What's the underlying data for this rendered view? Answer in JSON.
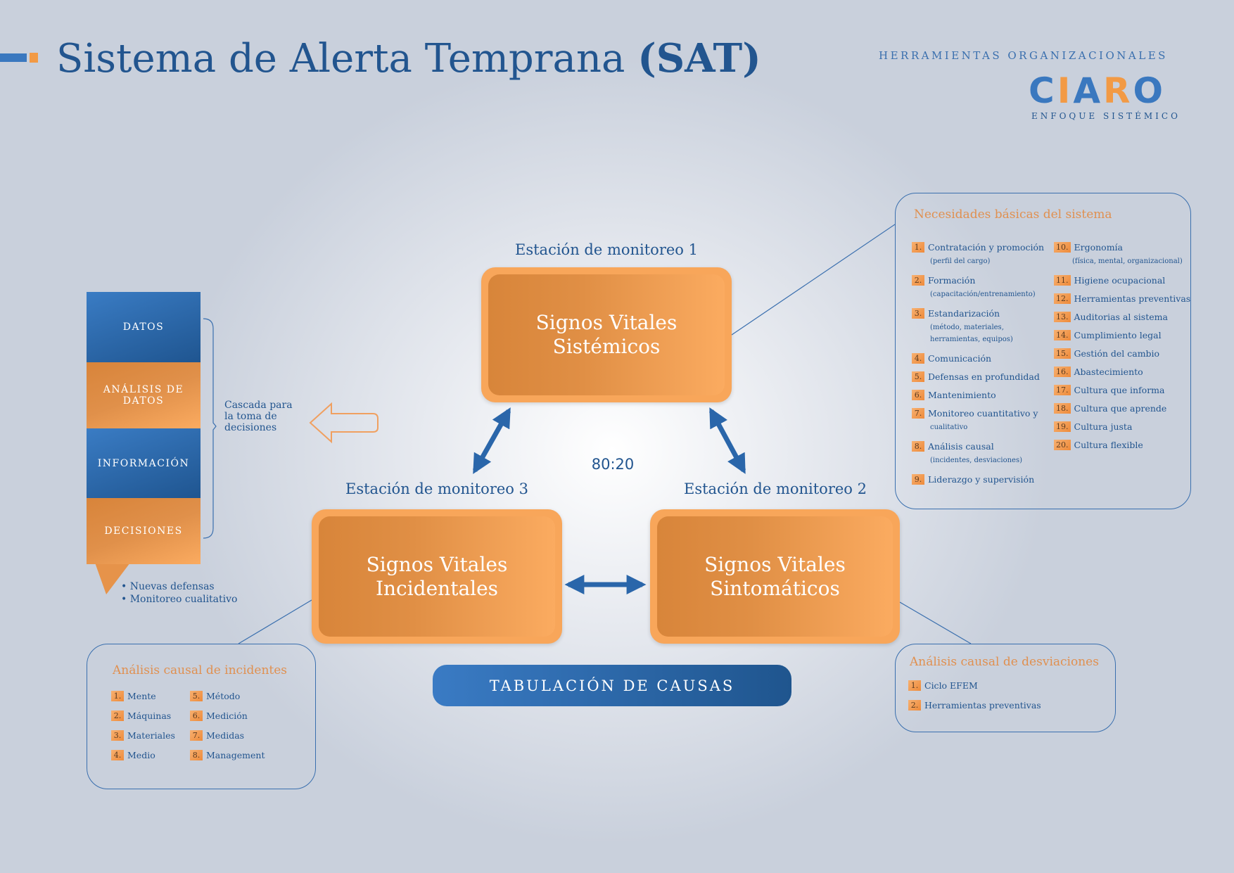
{
  "header": {
    "title_main": "Sistema de Alerta Temprana ",
    "title_bold": "(SAT)",
    "tagline": "HERRAMIENTAS ORGANIZACIONALES",
    "logo_text": "CIARO",
    "logo_subtitle": "ENFOQUE SISTÉMICO"
  },
  "stations": [
    {
      "label": "Estación de monitoreo 1",
      "box_line1": "Signos Vitales",
      "box_line2": "Sistémicos"
    },
    {
      "label": "Estación de monitoreo 2",
      "box_line1": "Signos Vitales",
      "box_line2": "Sintomáticos"
    },
    {
      "label": "Estación de monitoreo 3",
      "box_line1": "Signos Vitales",
      "box_line2": "Incidentales"
    }
  ],
  "ratio": "80:20",
  "tabulation_label": "TABULACIÓN DE CAUSAS",
  "cascade": {
    "steps": [
      "DATOS",
      "ANÁLISIS DE DATOS",
      "INFORMACIÓN",
      "DECISIONES"
    ],
    "bracket_label": "Cascada para la toma de decisiones",
    "bullets": [
      "Nuevas defensas",
      "Monitoreo cualitativo"
    ]
  },
  "needs": {
    "title": "Necesidades básicas del sistema",
    "items": [
      {
        "n": "1.",
        "t": "Contratación y promoción",
        "s": "(perfil del cargo)"
      },
      {
        "n": "2.",
        "t": "Formación",
        "s": "(capacitación/entrenamiento)"
      },
      {
        "n": "3.",
        "t": "Estandarización",
        "s": "(método, materiales,",
        "s2": "herramientas, equipos)"
      },
      {
        "n": "4.",
        "t": "Comunicación"
      },
      {
        "n": "5.",
        "t": "Defensas en profundidad"
      },
      {
        "n": "6.",
        "t": "Mantenimiento"
      },
      {
        "n": "7.",
        "t": "Monitoreo cuantitativo y",
        "s": "cualitativo"
      },
      {
        "n": "8.",
        "t": "Análisis causal",
        "s": "(incidentes, desviaciones)"
      },
      {
        "n": "9.",
        "t": "Liderazgo y supervisión"
      },
      {
        "n": "10.",
        "t": "Ergonomía",
        "s": "(física, mental, organizacional)"
      },
      {
        "n": "11.",
        "t": "Higiene ocupacional"
      },
      {
        "n": "12.",
        "t": "Herramientas preventivas"
      },
      {
        "n": "13.",
        "t": "Auditorias al sistema"
      },
      {
        "n": "14.",
        "t": "Cumplimiento legal"
      },
      {
        "n": "15.",
        "t": "Gestión del cambio"
      },
      {
        "n": "16.",
        "t": "Abastecimiento"
      },
      {
        "n": "17.",
        "t": "Cultura que informa"
      },
      {
        "n": "18.",
        "t": "Cultura que aprende"
      },
      {
        "n": "19.",
        "t": "Cultura justa"
      },
      {
        "n": "20.",
        "t": "Cultura flexible"
      }
    ]
  },
  "incidents": {
    "title": "Análisis causal de incidentes",
    "items": [
      {
        "n": "1.",
        "t": "Mente"
      },
      {
        "n": "2.",
        "t": "Máquinas"
      },
      {
        "n": "3.",
        "t": "Materiales"
      },
      {
        "n": "4.",
        "t": "Medio"
      },
      {
        "n": "5.",
        "t": "Método"
      },
      {
        "n": "6.",
        "t": "Medición"
      },
      {
        "n": "7.",
        "t": "Medidas"
      },
      {
        "n": "8.",
        "t": "Management"
      }
    ]
  },
  "deviations": {
    "title": "Análisis causal de desviaciones",
    "items": [
      {
        "n": "1.",
        "t": "Ciclo EFEM"
      },
      {
        "n": "2.",
        "t": "Herramientas preventivas"
      }
    ]
  },
  "colors": {
    "blue": "#22558f",
    "orange": "#f29a45"
  }
}
